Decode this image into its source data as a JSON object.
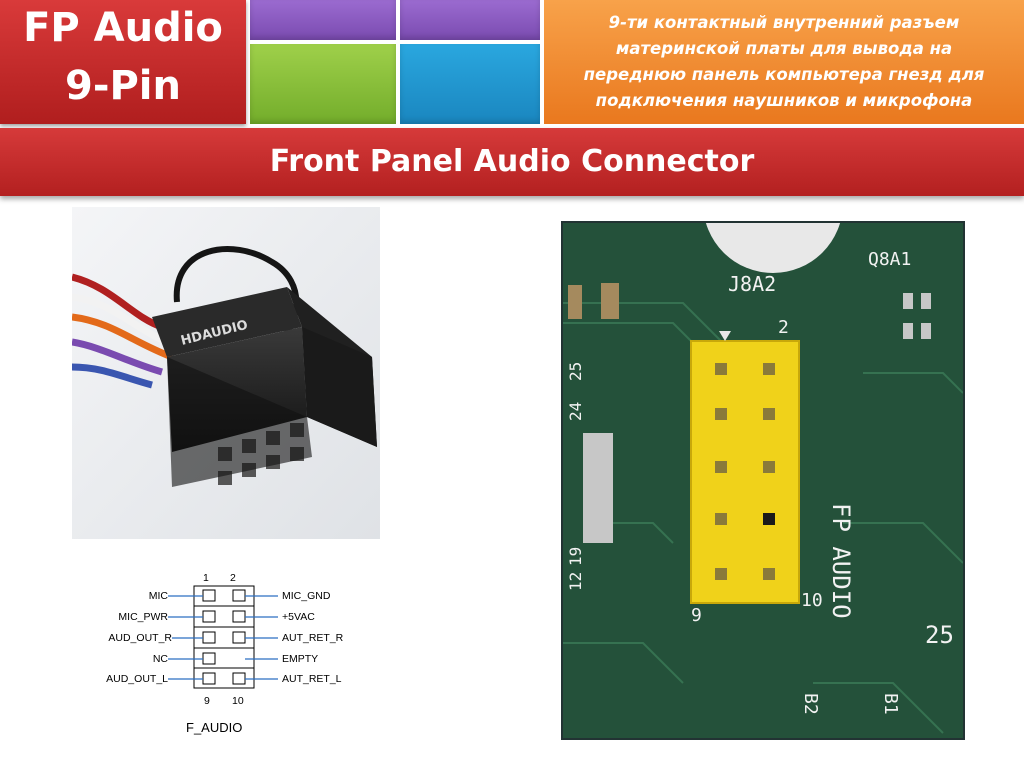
{
  "title": {
    "line1": "FP Audio",
    "line2": "9-Pin"
  },
  "description": "9-ти контактный внутренний разъем материнской платы для вывода на переднюю панель компьютера гнезд для подключения наушников и микрофона",
  "subtitle": "Front Panel Audio Connector",
  "colors": {
    "red": "#c62828",
    "purple": "#8a5cc0",
    "green": "#86bf38",
    "cyan": "#229ad3",
    "orange": "#f28c2e",
    "pcb_green": "#1f4a34",
    "header_yellow": "#f0d21a"
  },
  "cable_photo": {
    "label": "HDAUDIO"
  },
  "pcb_photo": {
    "header_ref": "J8A2",
    "chip_ref": "Q8A1",
    "silkscreen": "FP AUDIO",
    "pin_2": "2",
    "pin_9": "9",
    "pin_10": "10",
    "marks": [
      "25",
      "24",
      "19",
      "12",
      "25",
      "B1",
      "B2"
    ]
  },
  "diagram": {
    "col_top_left": "1",
    "col_top_right": "2",
    "col_bottom_left": "9",
    "col_bottom_right": "10",
    "left_labels": [
      "MIC",
      "MIC_PWR",
      "AUD_OUT_R",
      "NC",
      "AUD_OUT_L"
    ],
    "right_labels": [
      "MIC_GND",
      "+5VAC",
      "AUT_RET_R",
      "EMPTY",
      "AUT_RET_L"
    ],
    "caption": "F_AUDIO"
  }
}
